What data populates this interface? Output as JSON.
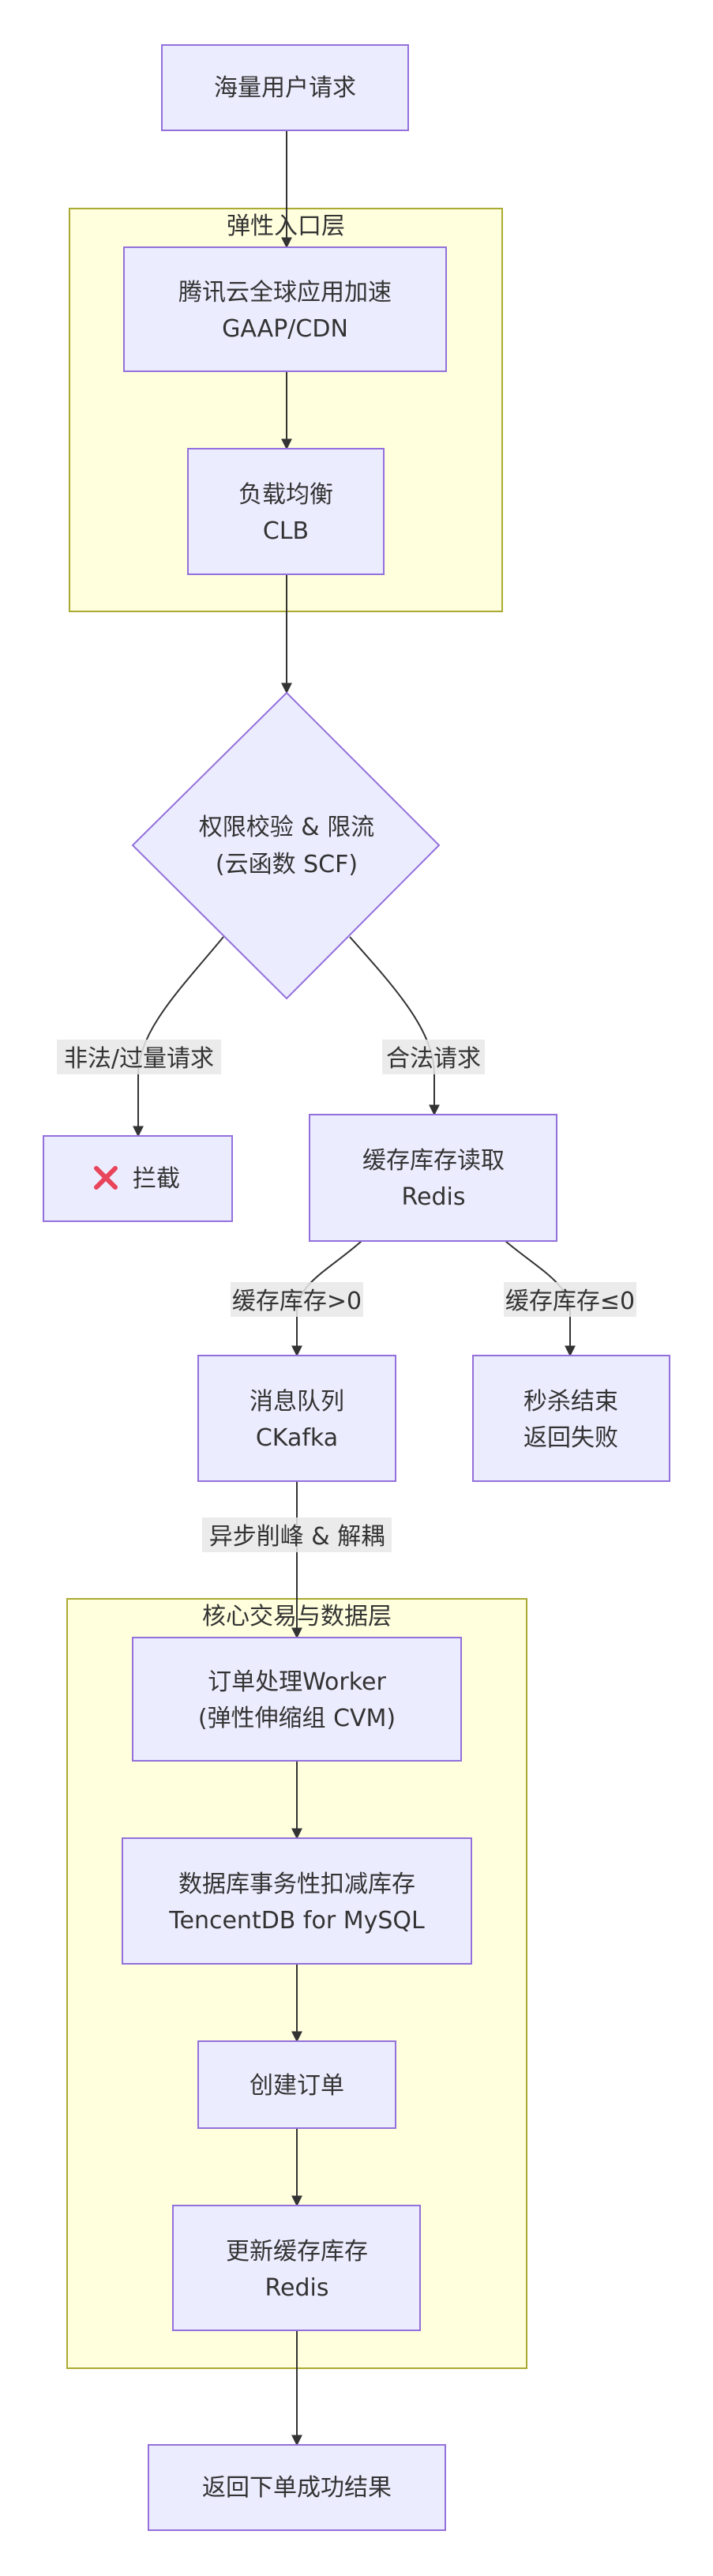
{
  "clusters": {
    "entry": {
      "title": "弹性入口层"
    },
    "core": {
      "title": "核心交易与数据层"
    }
  },
  "nodes": {
    "user_request": {
      "lines": [
        "海量用户请求"
      ]
    },
    "gaap_cdn": {
      "lines": [
        "腾讯云全球应用加速",
        "GAAP/CDN"
      ]
    },
    "clb": {
      "lines": [
        "负载均衡",
        "CLB"
      ]
    },
    "auth_limit": {
      "lines": [
        "权限校验 & 限流",
        "(云函数 SCF)"
      ]
    },
    "block": {
      "icon": "cross-mark-icon",
      "icon_color": "#E8445A",
      "lines": [
        "拦截"
      ]
    },
    "redis_read": {
      "lines": [
        "缓存库存读取",
        "Redis"
      ]
    },
    "mq": {
      "lines": [
        "消息队列",
        "CKafka"
      ]
    },
    "sale_end": {
      "lines": [
        "秒杀结束",
        "返回失败"
      ]
    },
    "worker": {
      "lines": [
        "订单处理Worker",
        "(弹性伸缩组 CVM)"
      ]
    },
    "db_tx": {
      "lines": [
        "数据库事务性扣减库存",
        "TencentDB for MySQL"
      ]
    },
    "create_order": {
      "lines": [
        "创建订单"
      ]
    },
    "update_cache": {
      "lines": [
        "更新缓存库存",
        "Redis"
      ]
    },
    "result": {
      "lines": [
        "返回下单成功结果"
      ]
    }
  },
  "edge_labels": {
    "illegal": "非法/过量请求",
    "legal": "合法请求",
    "stock_gt0": "缓存库存>0",
    "stock_le0": "缓存库存≤0",
    "async": "异步削峰 & 解耦"
  },
  "colors": {
    "node_fill": "#ECECFF",
    "node_stroke": "#9370DB",
    "cluster_fill": "#FFFFDE",
    "cluster_stroke": "#AAAA33",
    "edge": "#333333"
  }
}
